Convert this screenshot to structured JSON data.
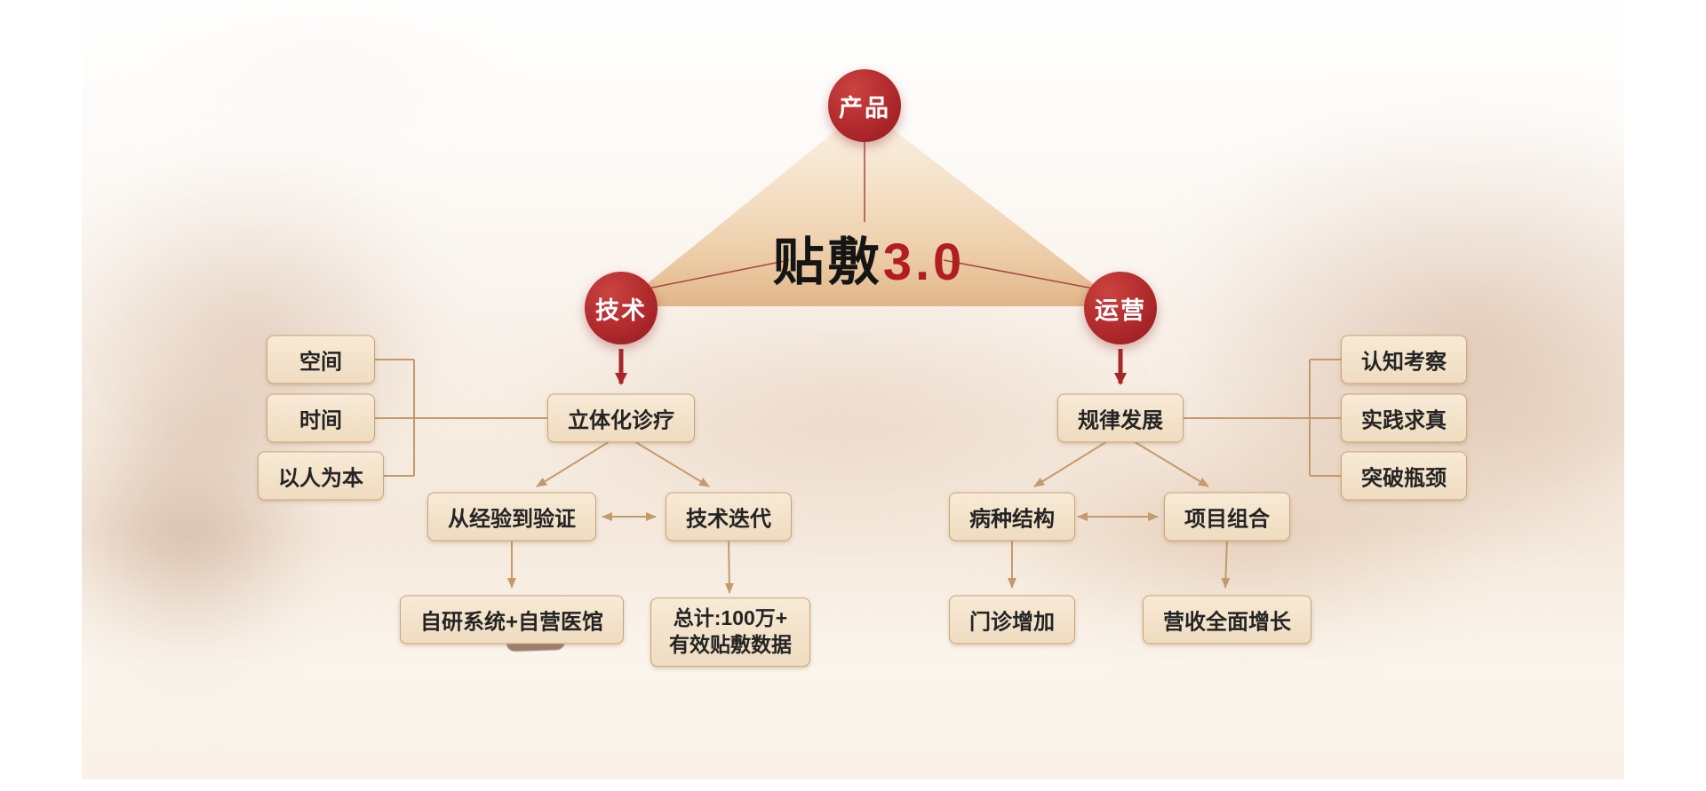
{
  "title": {
    "part1": "贴敷",
    "part2": "3.0"
  },
  "nodes": {
    "product": "产品",
    "tech": "技术",
    "ops": "运营",
    "tech_main": "立体化诊疗",
    "tech_principles": [
      "空间",
      "时间",
      "以人为本"
    ],
    "tech_sub_left": "从经验到验证",
    "tech_sub_right": "技术迭代",
    "tech_result_left": "自研系统+自营医馆",
    "tech_result_right_line1": "总计:100万+",
    "tech_result_right_line2": "有效贴敷数据",
    "ops_main": "规律发展",
    "ops_principles": [
      "认知考察",
      "实践求真",
      "突破瓶颈"
    ],
    "ops_sub_left": "病种结构",
    "ops_sub_right": "项目组合",
    "ops_result_left": "门诊增加",
    "ops_result_right": "营收全面增长"
  },
  "colors": {
    "accent_red": "#a8262a",
    "circle_red": "#b02a2c",
    "box_fill": "#f3e3cc",
    "box_border": "#c9a478",
    "line_tan": "#c49a6c",
    "text_dark": "#242424"
  }
}
